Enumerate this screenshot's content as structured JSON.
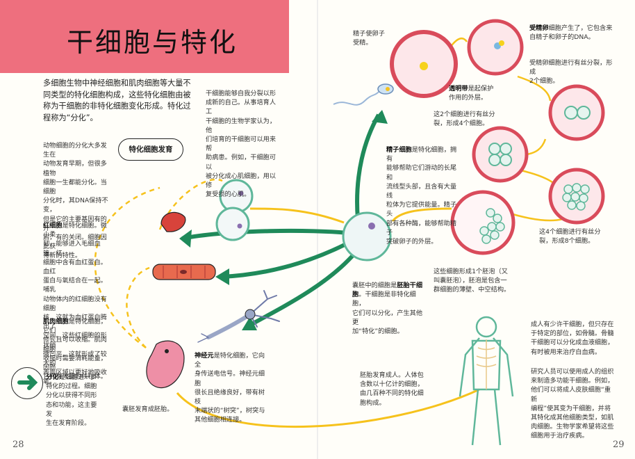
{
  "page": {
    "title": "干细胞与特化",
    "intro": "多细胞生物中神经细胞和肌肉细胞等大量不同类型的特化细胞构成，这些特化细胞由被称为干细胞的非特化细胞变化形成。特化过程称为“分化”。",
    "page_left": "28",
    "page_right": "29"
  },
  "left": {
    "tag_label": "特化细胞发育",
    "animal_note": "动物细胞的分化大多发生在\n动物发育早期，但很多植物\n细胞一生都能分化。当细胞\n分化时，其DNA保持不变，\n但是它的主要基因有的开\n启，有的关闭。细胞因此获\n得新的特性。",
    "rbc_bold": "红细胞",
    "rbc_note": "是特化细胞。微小柔\n韧，能够进入毛细血管。红\n细胞中含有血红蛋白。血红\n蛋白与氧结合在一起。哺乳\n动物体内的红细胞没有细胞\n核，这就为血红蛋白腾出了\n空间。这些红细胞的形状稍\n微凹平，这就形成了较大的\n表面区域以更好地吸收氧。",
    "muscle_bold": "肌肉细胞",
    "muscle_note": "是特化细胞，它们\n修长且可以收缩。肌肉细胞\n收缩时需要消耗能量，因而\n它们有大量的线粒体。",
    "diff_bold": "分化",
    "diff_note": "是细胞进一步\n特化的过程。细胞\n分化以获得不同形\n态和功能，这主要发\n生在发育阶段。",
    "stem_note": "干细胞能够自我分裂以形\n成新的自己。从事培育人工\n干细胞的生物学家认为，他\n们培育的干细胞可以用来帮\n助病患。例如，干细胞可以\n被分化成心肌细胞，用以修\n复受损的心肌。",
    "neuron_bold": "神经元",
    "neuron_note": "是特化细胞，它向全\n身传送电信号。神经元细胞\n很长且绝缘良好，带有树枝\n末端状的“树突”，树突与\n其他细胞相连接。",
    "embryo_label": "囊胚发育成胚胎。"
  },
  "right": {
    "sperm_label": "精子使卵子\n受精。",
    "zygote_bold": "受精卵",
    "zygote_note": "细胞产生了，它包含来\n自精子和卵子的DNA。",
    "zona_bold": "透明带",
    "zona_note": "是起保护\n作用的外层。",
    "mitosis1": "受精卵细胞进行有丝分裂，形成\n2个细胞。",
    "mitosis2": "这2个细胞进行有丝分\n裂，形成4个细胞。",
    "mitosis3": "这4个细胞进行有丝分\n裂，形成8个细胞。",
    "sperm_bold": "精子细胞",
    "sperm_note": "是特化细胞，拥有\n能够帮助它们游动的长尾和\n流线型头部，且含有大量线\n粒体为它提供能量。精子头\n部有各种酶，能够帮助精子\n突破卵子的外层。",
    "blastocyst": "这些细胞形成1个胚泡（又\n叫囊胚泡），胚泡是包含一\n群细胞的薄壁、中空结构。",
    "embryonic_pre": "囊胚中的细胞是",
    "embryonic_bold": "胚胎干细胞",
    "embryonic_note": "。干细胞是非特化细胞，\n它们可以分化，产生其他更\n加“特化”的细胞。",
    "adult_cells": "胚胎发育成人。人体包\n含数以十亿计的细胞，\n由几百种不同的特化细\n胞构成。",
    "adult_stem": "成人有少许干细胞，但只存在\n于特定的部位，如骨髓。骨髓\n干细胞可以分化成血液细胞，\n有时被用来治疗白血病。",
    "research": "研究人员可以使用成人的组织\n来制造多功能干细胞。例如，\n他们可以将成人皮肤细胞“重新\n编程”使其变为干细胞，并将\n其特化成其他细胞类型，如肌\n肉细胞。生物学家希望将这些\n细胞用于治疗疾病。"
  },
  "colors": {
    "title_band": "#ee6f7e",
    "green_arrow": "#1f8a5a",
    "yellow_arrow": "#f6c21c",
    "cell_ring": "#d94b5b",
    "stem_cell": "#5fb79a"
  }
}
